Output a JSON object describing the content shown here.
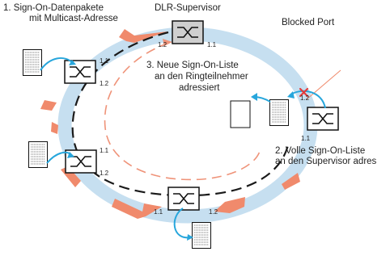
{
  "labels": {
    "step1_line1": "1. Sign-On-Datenpakete",
    "step1_line2": "mit Multicast-Adresse",
    "supervisor": "DLR-Supervisor",
    "blocked_port": "Blocked Port",
    "step3_line1": "3. Neue Sign-On-Liste",
    "step3_line2": "an den Ringteilnehmer",
    "step3_line3": "adressiert",
    "step2_line1": "2. Volle Sign-On-Liste",
    "step2_line2": "an den Supervisor adres"
  },
  "ports": {
    "supervisor_p11": "1.1",
    "supervisor_p12": "1.2",
    "left_upper_p11": "1.1",
    "left_upper_p12": "1.2",
    "left_lower_p11": "1.1",
    "left_lower_p12": "1.2",
    "bottom_p11": "1.1",
    "bottom_p12": "1.2",
    "right_p11": "1.1",
    "right_p12": "1.2"
  },
  "colors": {
    "ring": "#c6dff0",
    "arrow": "#f08a6c",
    "packet_link": "#27a6dc",
    "dash_black": "#1a1a1a",
    "dash_salmon": "#ef9379",
    "blocked_x": "#e33b3b",
    "supervisor_fill": "#cfcfcf"
  }
}
